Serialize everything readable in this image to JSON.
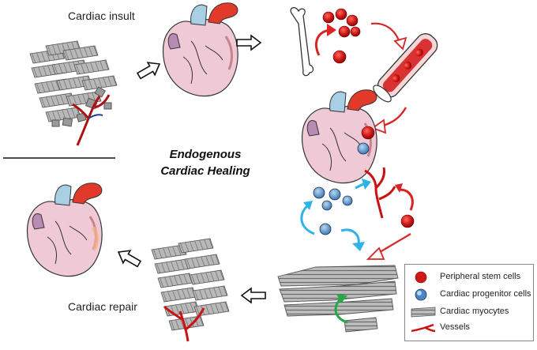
{
  "labels": {
    "cardiac_insult": "Cardiac insult",
    "center_title_line1": "Endogenous",
    "center_title_line2": "Cardiac Healing",
    "cardiac_repair": "Cardiac repair"
  },
  "legend": {
    "items": [
      {
        "label": "Peripheral stem cells",
        "symbol": "red-cell-icon"
      },
      {
        "label": "Cardiac progenitor cells",
        "symbol": "blue-cell-icon"
      },
      {
        "label": "Cardiac myocytes",
        "symbol": "myocyte-icon"
      },
      {
        "label": "Vessels",
        "symbol": "vessel-icon"
      }
    ]
  },
  "colors": {
    "stem_cell": "#d01818",
    "progenitor_cell": "#4a86c8",
    "myocyte": "#9a9a9a",
    "vessel": "#cc1111",
    "heart_body": "#efcad6",
    "aorta": "#e23a2a",
    "pulmonary": "#a8cfe3",
    "arrow_red": "#d92424",
    "arrow_blue": "#2db3e6",
    "arrow_green": "#22a844"
  }
}
